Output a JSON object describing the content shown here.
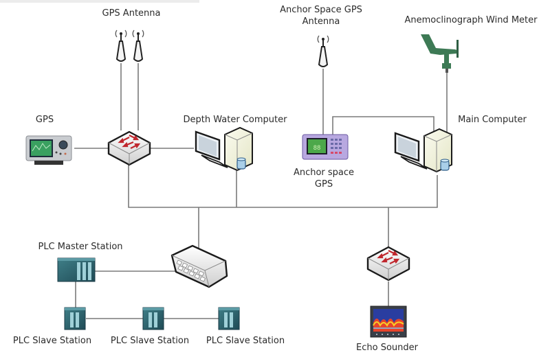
{
  "title": "Ship Navigation Network Diagram",
  "labels": {
    "gps_antenna": "GPS Antenna",
    "anchor_antenna_line1": "Anchor Space GPS",
    "anchor_antenna_line2": "Antenna",
    "wind_meter": "Anemoclinograph Wind Meter",
    "gps": "GPS",
    "depth_computer": "Depth Water Computer",
    "main_computer": "Main Computer",
    "anchor_gps_line1": "Anchor space",
    "anchor_gps_line2": "GPS",
    "plc_master": "PLC Master Station",
    "plc_slave_1": "PLC Slave Station",
    "plc_slave_2": "PLC Slave Station",
    "plc_slave_3": "PLC Slave Station",
    "echo_sounder": "Echo Sounder"
  },
  "nodes": [
    {
      "id": "gps-antenna-1",
      "type": "antenna",
      "label_ref": "gps_antenna"
    },
    {
      "id": "gps-antenna-2",
      "type": "antenna",
      "label_ref": "gps_antenna"
    },
    {
      "id": "anchor-antenna",
      "type": "antenna",
      "label_ref": "anchor_antenna_line1"
    },
    {
      "id": "wind-meter",
      "type": "wind-vane",
      "label_ref": "wind_meter"
    },
    {
      "id": "gps",
      "type": "gps-unit",
      "label_ref": "gps"
    },
    {
      "id": "switch-top",
      "type": "switch"
    },
    {
      "id": "depth-computer",
      "type": "computer",
      "label_ref": "depth_computer"
    },
    {
      "id": "anchor-gps",
      "type": "gps-unit",
      "label_ref": "anchor_gps_line1"
    },
    {
      "id": "main-computer",
      "type": "computer",
      "label_ref": "main_computer"
    },
    {
      "id": "hub",
      "type": "hub"
    },
    {
      "id": "switch-echo",
      "type": "switch"
    },
    {
      "id": "plc-master",
      "type": "plc",
      "label_ref": "plc_master"
    },
    {
      "id": "plc-slave-1",
      "type": "plc",
      "label_ref": "plc_slave_1"
    },
    {
      "id": "plc-slave-2",
      "type": "plc",
      "label_ref": "plc_slave_2"
    },
    {
      "id": "plc-slave-3",
      "type": "plc",
      "label_ref": "plc_slave_3"
    },
    {
      "id": "echo-sounder",
      "type": "sonar-display",
      "label_ref": "echo_sounder"
    }
  ],
  "connections": [
    [
      "gps-antenna-1",
      "switch-top"
    ],
    [
      "gps-antenna-2",
      "switch-top"
    ],
    [
      "gps",
      "switch-top"
    ],
    [
      "switch-top",
      "depth-computer"
    ],
    [
      "switch-top",
      "bus"
    ],
    [
      "depth-computer",
      "bus"
    ],
    [
      "main-computer",
      "bus"
    ],
    [
      "anchor-antenna",
      "anchor-gps"
    ],
    [
      "anchor-gps",
      "main-computer"
    ],
    [
      "wind-meter",
      "main-computer"
    ],
    [
      "bus",
      "hub"
    ],
    [
      "bus",
      "switch-echo"
    ],
    [
      "hub",
      "plc-master"
    ],
    [
      "plc-master",
      "plc-slave-1"
    ],
    [
      "plc-slave-1",
      "plc-slave-2"
    ],
    [
      "plc-slave-2",
      "plc-slave-3"
    ],
    [
      "switch-echo",
      "echo-sounder"
    ]
  ],
  "colors": {
    "line": "#7a7a7a",
    "switch_arrow": "#c0272d",
    "plc": "#2f5f6a",
    "wind_vane": "#3d7a55",
    "gps_screen": "#3aa060",
    "anchor_gps_body": "#b8a8e0"
  }
}
